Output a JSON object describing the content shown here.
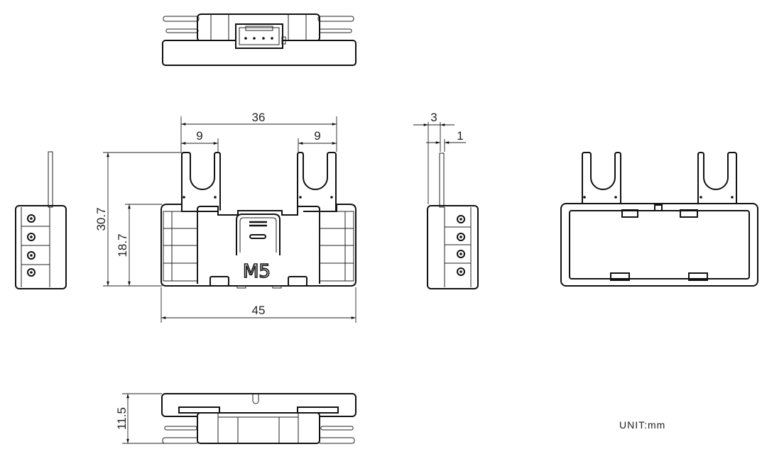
{
  "drawing": {
    "front_view": {
      "dim_overall_prong_span": "36",
      "dim_left_prong_width": "9",
      "dim_right_prong_width": "9",
      "dim_total_height": "30.7",
      "dim_body_height": "18.7",
      "dim_body_width": "45",
      "logo": "M5"
    },
    "side_view": {
      "dim_offset": "3",
      "dim_thickness": "1"
    },
    "bottom_view": {
      "dim_depth": "11.5"
    },
    "unit_label": "UNIT:mm"
  }
}
